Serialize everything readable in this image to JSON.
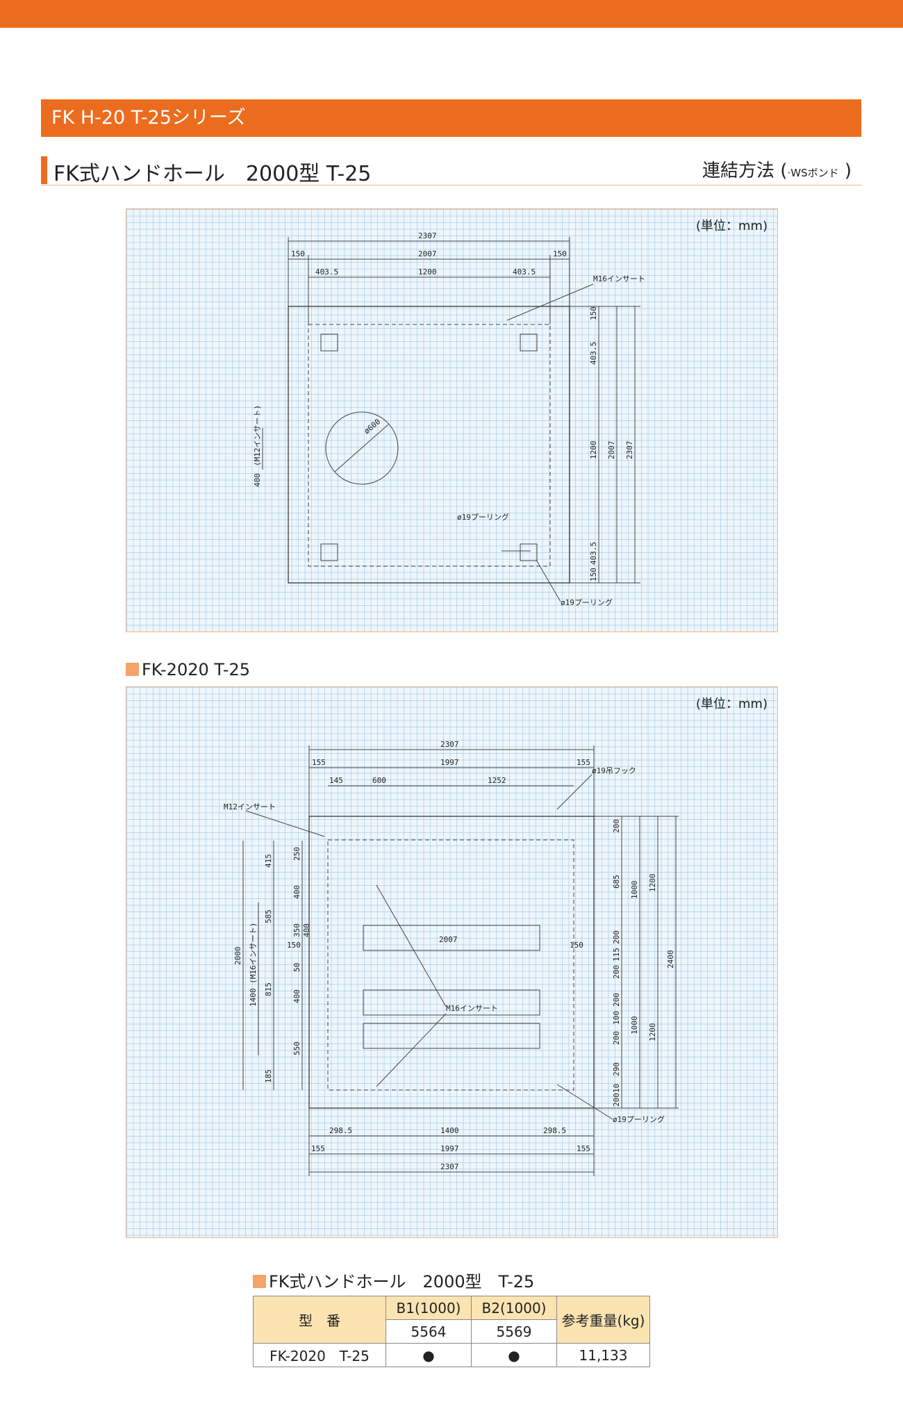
{
  "series_title": "FK H-20 T-25シリーズ",
  "section_title": "FK式ハンドホール　2000型 T-25",
  "link_method": {
    "label": "連結方法",
    "open": "(",
    "note": "·WSボンド",
    "close": ")"
  },
  "drawing1": {
    "unit": "(単位：mm)",
    "dims": {
      "overall": "2307",
      "inner": "2007",
      "edge": "150",
      "side": "403.5",
      "mid": "1200",
      "hole": "ø600",
      "insert_spacing": "400",
      "insert_side": "(M12インサート)",
      "m16": "M16インサート",
      "pulling": "ø19プーリング"
    }
  },
  "drawing2": {
    "title": "FK-2020 T-25",
    "unit": "(単位：mm)",
    "dims": {
      "overall": "2307",
      "inner": "1997",
      "edge": "155",
      "d145": "145",
      "d600": "600",
      "d1252": "1252",
      "hook": "ø19吊フック",
      "m12": "M12インサート",
      "m16": "M16インサート",
      "pulling": "ø19プーリング",
      "slot": "2007",
      "side150": "150",
      "left": [
        "415",
        "585",
        "815",
        "185",
        "2000",
        "1400 (M16インサート)"
      ],
      "center": [
        "250",
        "400",
        "350",
        "400",
        "50",
        "400",
        "550"
      ],
      "right_a": [
        "200",
        "685",
        "200",
        "115",
        "200",
        "200",
        "100",
        "200",
        "290",
        "10",
        "200"
      ],
      "right_b": [
        "1000",
        "1000",
        "1200",
        "1200",
        "2400"
      ],
      "bottom": [
        "298.5",
        "1400",
        "298.5",
        "155",
        "1997",
        "155",
        "2307"
      ]
    }
  },
  "table": {
    "title": "FK式ハンドホール　2000型　T-25",
    "model_header": "型　番",
    "col1_header": "B1(1000)",
    "col2_header": "B2(1000)",
    "col1_code": "5564",
    "col2_code": "5569",
    "weight_header": "参考重量(kg)",
    "rows": [
      {
        "model": "FK-2020　T-25",
        "b1": "●",
        "b2": "●",
        "weight": "11,133"
      }
    ]
  }
}
